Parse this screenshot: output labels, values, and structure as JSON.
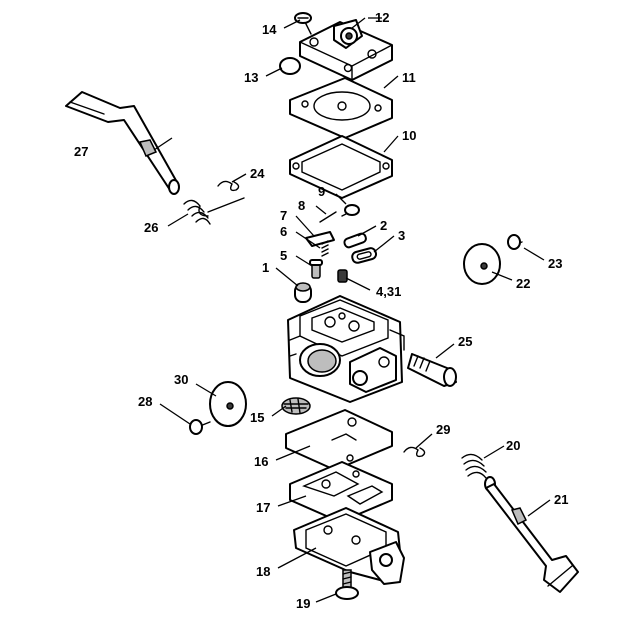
{
  "callouts": [
    {
      "id": "1",
      "label": "1"
    },
    {
      "id": "2",
      "label": "2"
    },
    {
      "id": "3",
      "label": "3"
    },
    {
      "id": "4-31",
      "label": "4,31"
    },
    {
      "id": "5",
      "label": "5"
    },
    {
      "id": "6",
      "label": "6"
    },
    {
      "id": "7",
      "label": "7"
    },
    {
      "id": "8",
      "label": "8"
    },
    {
      "id": "9",
      "label": "9"
    },
    {
      "id": "10",
      "label": "10"
    },
    {
      "id": "11",
      "label": "11"
    },
    {
      "id": "12",
      "label": "12"
    },
    {
      "id": "13",
      "label": "13"
    },
    {
      "id": "14",
      "label": "14"
    },
    {
      "id": "15",
      "label": "15"
    },
    {
      "id": "16",
      "label": "16"
    },
    {
      "id": "17",
      "label": "17"
    },
    {
      "id": "18",
      "label": "18"
    },
    {
      "id": "19",
      "label": "19"
    },
    {
      "id": "20",
      "label": "20"
    },
    {
      "id": "21",
      "label": "21"
    },
    {
      "id": "22",
      "label": "22"
    },
    {
      "id": "23",
      "label": "23"
    },
    {
      "id": "24",
      "label": "24"
    },
    {
      "id": "25",
      "label": "25"
    },
    {
      "id": "26",
      "label": "26"
    },
    {
      "id": "27",
      "label": "27"
    },
    {
      "id": "28",
      "label": "28"
    },
    {
      "id": "29",
      "label": "29"
    },
    {
      "id": "30",
      "label": "30"
    }
  ]
}
